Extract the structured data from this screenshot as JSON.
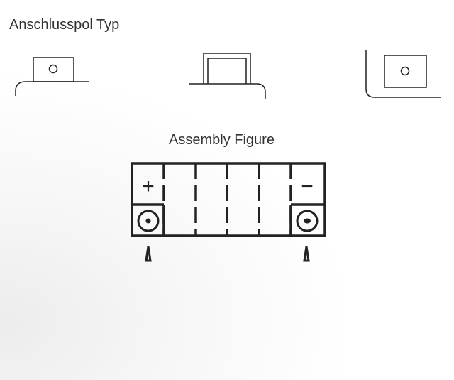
{
  "section_title": "Anschlusspol Typ",
  "assembly_title": "Assembly Figure",
  "terminal_types": [
    "tab-with-hole",
    "box-terminal",
    "recessed-square-with-hole"
  ],
  "assembly": {
    "positive_label": "+",
    "negative_label": "−"
  }
}
